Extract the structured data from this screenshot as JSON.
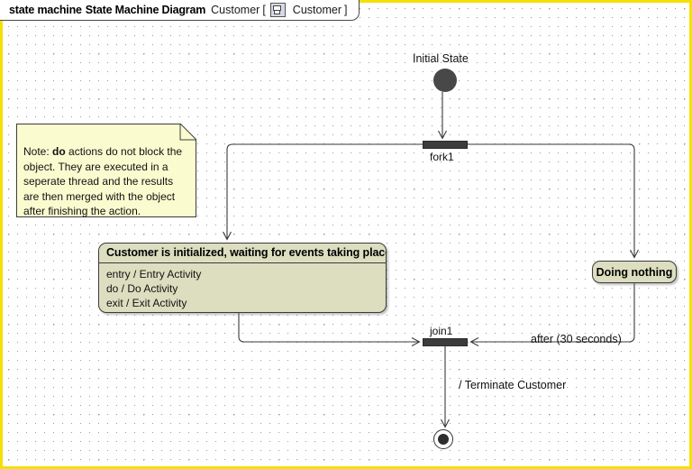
{
  "diagram": {
    "header": {
      "keyword": "state machine",
      "diagram_type": "State Machine Diagram",
      "context_name": "Customer",
      "bracket_open": "[",
      "bracket_close": "]",
      "context_element": "Customer",
      "icon": "state-machine-icon"
    },
    "note": {
      "prefix": "Note: ",
      "emphasis": "do",
      "body": " actions do not block the object. They are executed in a seperate thread and the results are then merged with the object after finishing the action."
    },
    "nodes": {
      "initial_state": {
        "label": "Initial State",
        "kind": "initial-pseudostate"
      },
      "fork": {
        "label": "fork1",
        "kind": "fork-bar"
      },
      "join": {
        "label": "join1",
        "kind": "join-bar"
      },
      "state_main": {
        "title": "Customer is initialized, waiting for events taking place",
        "activities": [
          "entry / Entry Activity",
          "do / Do Activity",
          "exit / Exit Activity"
        ]
      },
      "state_doing": {
        "label": "Doing nothing"
      },
      "final_state": {
        "kind": "final-state"
      }
    },
    "edges": [
      {
        "label": "after (30 seconds)"
      },
      {
        "label": "/ Terminate Customer"
      }
    ],
    "colors": {
      "frame_border": "#f5e000",
      "state_fill": "#dddec0",
      "note_fill": "#fbfbd0",
      "bar_fill": "#3c3c3c",
      "line": "#3a3a3a"
    }
  }
}
